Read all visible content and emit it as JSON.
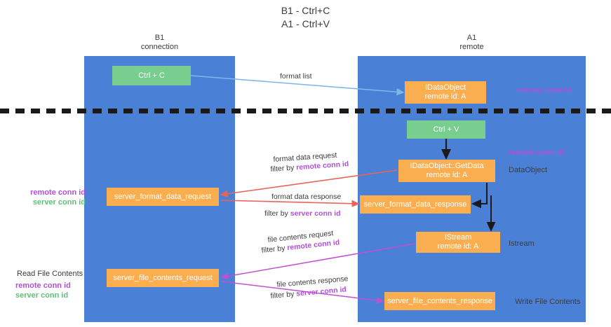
{
  "title": {
    "line1": "B1 - Ctrl+C",
    "line2": "A1 - Ctrl+V"
  },
  "lanes": [
    {
      "id": "b1",
      "name": "B1",
      "role": "connection",
      "color": "#4a80d6"
    },
    {
      "id": "a1",
      "name": "A1",
      "role": "remote",
      "color": "#4a80d6"
    }
  ],
  "colors": {
    "lane": "#4a80d6",
    "green_box": "#78ce8f",
    "orange_box": "#fbae50",
    "purple_text": "#b14fd8",
    "green_text": "#5fbf78",
    "arrow_blue": "#7fb7e8",
    "arrow_red": "#e8655a",
    "arrow_magenta": "#c44fd0",
    "arrow_black": "#1a1a1a"
  },
  "boxes": {
    "ctrl_c": {
      "line1": "Ctrl + C",
      "line2": ""
    },
    "idataobject": {
      "line1": "IDataObject",
      "line2": "remote id: A"
    },
    "ctrl_v": {
      "line1": "Ctrl + V",
      "line2": ""
    },
    "getdata": {
      "line1": "IDataObject::GetData",
      "line2": "remote id: A"
    },
    "server_format_data_request": {
      "line1": "server_format_data_request",
      "line2": ""
    },
    "server_format_data_response": {
      "line1": "server_format_data_response",
      "line2": ""
    },
    "istream": {
      "line1": "IStream",
      "line2": "remote id: A"
    },
    "server_file_contents_request": {
      "line1": "server_file_contents_request",
      "line2": ""
    },
    "server_file_contents_response": {
      "line1": "server_file_contents_response",
      "line2": ""
    }
  },
  "edge_labels": {
    "format_list": "format list",
    "format_data_request": "format data request",
    "format_data_request_filter_prefix": "filter by ",
    "format_data_request_filter_key": "remote conn id",
    "format_data_response": "format data response",
    "format_data_response_filter_prefix": "filter by ",
    "format_data_response_filter_key": "server conn id",
    "file_contents_request": "file contents request",
    "file_contents_request_filter_prefix": "filter by ",
    "file_contents_request_filter_key": "remote conn id",
    "file_contents_response": "file contents response",
    "file_contents_response_filter_prefix": "filter by ",
    "file_contents_response_filter_key": "server conn id"
  },
  "annotations": {
    "remote_conn_id_top": "remote conn id",
    "remote_conn_id_mid": "remote conn id",
    "dataobject": "DataObject",
    "istream": "Istream",
    "write_file_contents": "Write File Contents",
    "read_file_contents": "Read File Contents",
    "left_remote_conn_id_mid": "remote conn id",
    "left_server_conn_id_mid": "server conn id",
    "left_remote_conn_id_bot": "remote conn id",
    "left_server_conn_id_bot": "server conn id"
  }
}
